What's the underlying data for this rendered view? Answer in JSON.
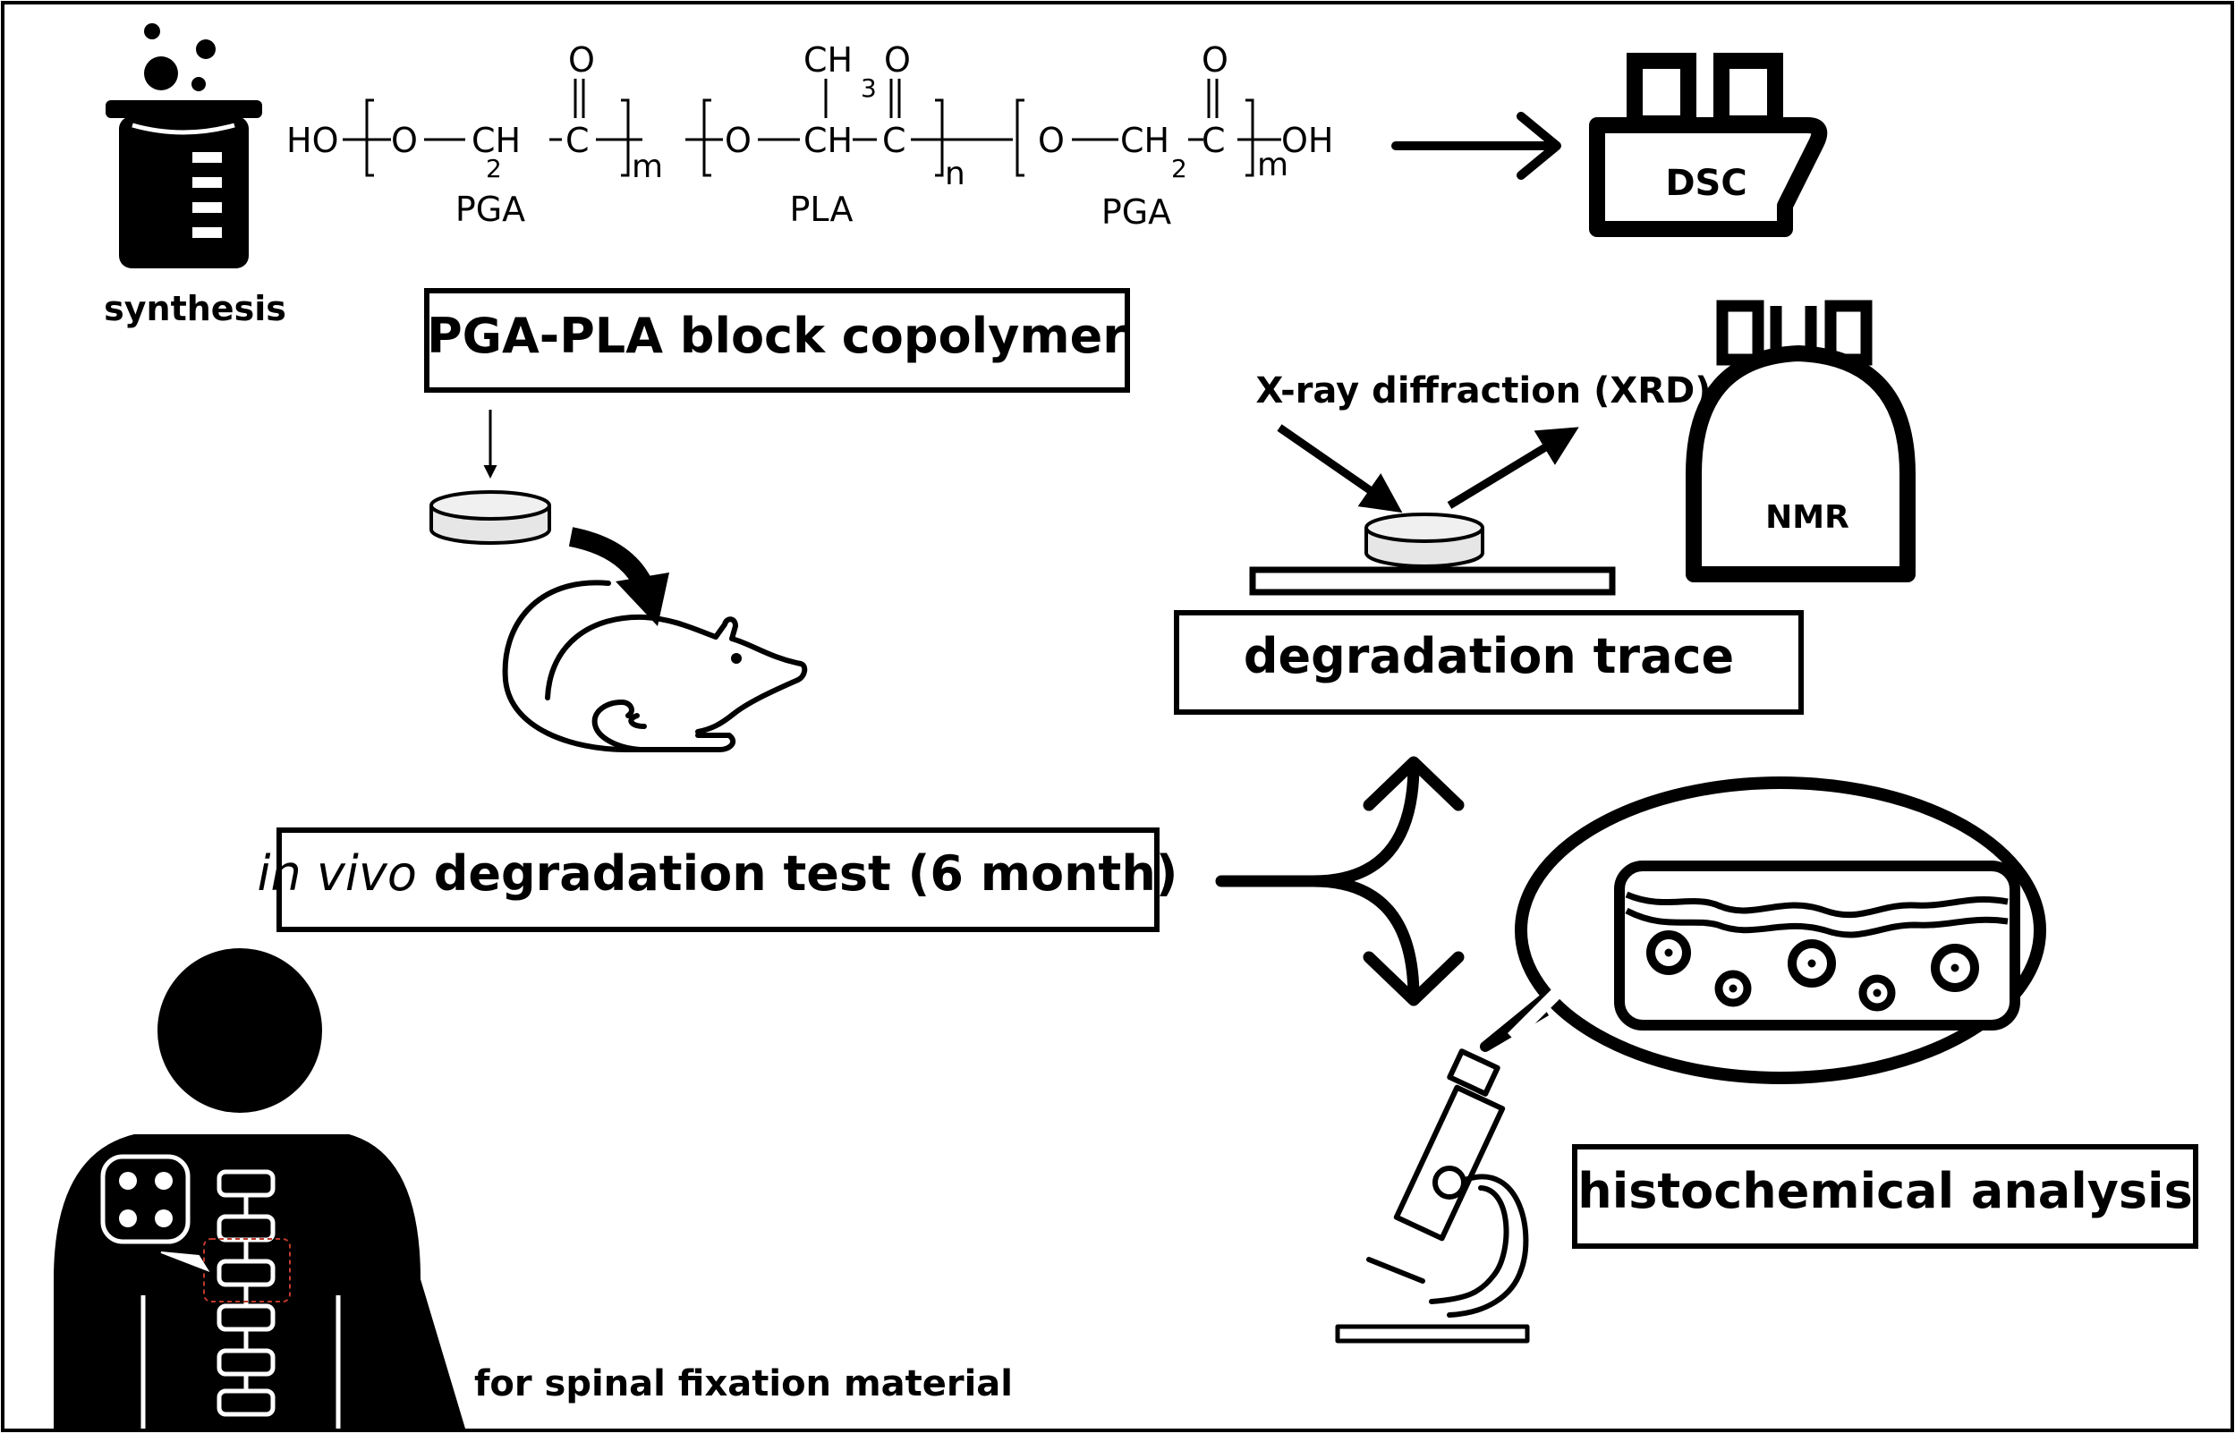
{
  "labels": {
    "synthesis": "synthesis",
    "dsc": "DSC",
    "copolymer": "PGA-PLA block copolymer",
    "xrd": "X-ray diffraction (XRD)",
    "nmr": "NMR",
    "degradation_trace": "degradation trace",
    "invivo_italic": "in vivo",
    "invivo_rest": " degradation test (6  month)",
    "histochemical": "histochemical analysis",
    "spinal": "for spinal fixation material"
  },
  "formula": {
    "ho": "HO",
    "oh": "OH",
    "o": "O",
    "ch2": "CH",
    "sub2": "2",
    "c": "C",
    "ch": "CH",
    "ch3": "CH",
    "sub3": "3",
    "m": "m",
    "n": "n",
    "pga": "PGA",
    "pla": "PLA"
  }
}
